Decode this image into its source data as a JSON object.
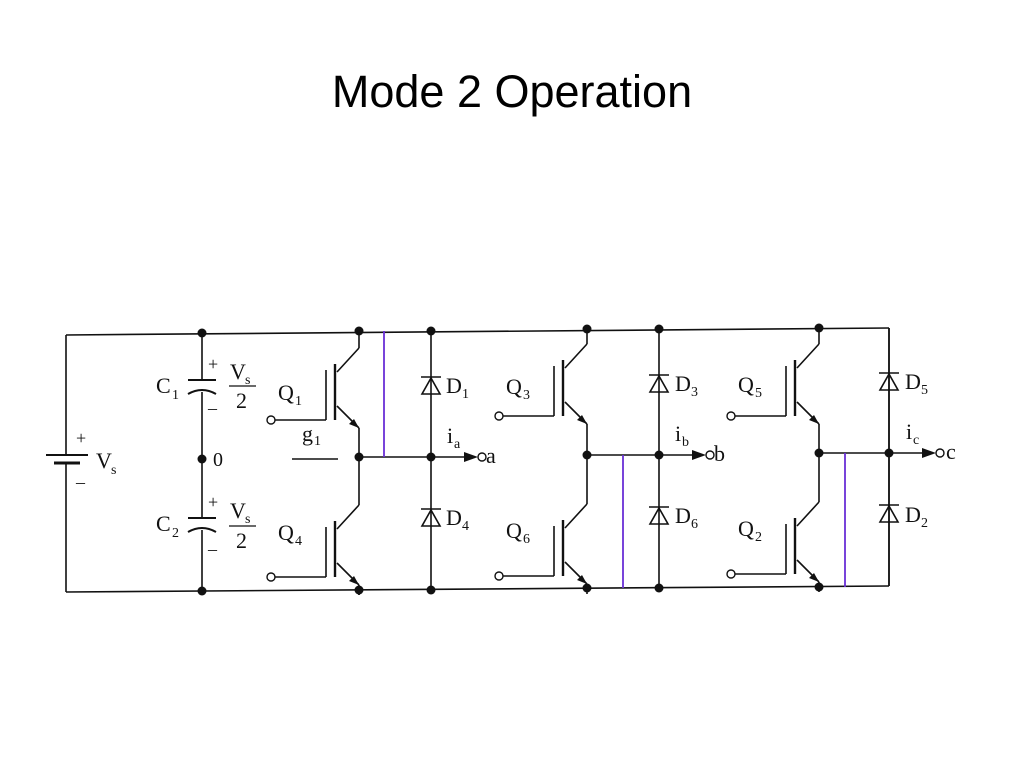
{
  "slide": {
    "title": "Mode 2 Operation"
  },
  "circuit": {
    "source": {
      "label": "V",
      "sub": "s",
      "plus": "+",
      "minus": "–"
    },
    "capacitors": [
      {
        "name": "C",
        "sub": "1",
        "value": "V",
        "value_sub": "s",
        "denominator": "2",
        "plus": "+",
        "minus": "–"
      },
      {
        "name": "C",
        "sub": "2",
        "value": "V",
        "value_sub": "s",
        "denominator": "2",
        "plus": "+",
        "minus": "–"
      }
    ],
    "midpoint": {
      "label": "0"
    },
    "gate_label": {
      "name": "g",
      "sub": "1"
    },
    "transistors": [
      {
        "name": "Q",
        "sub": "1"
      },
      {
        "name": "Q",
        "sub": "4"
      },
      {
        "name": "Q",
        "sub": "3"
      },
      {
        "name": "Q",
        "sub": "6"
      },
      {
        "name": "Q",
        "sub": "5"
      },
      {
        "name": "Q",
        "sub": "2"
      }
    ],
    "diodes": [
      {
        "name": "D",
        "sub": "1"
      },
      {
        "name": "D",
        "sub": "4"
      },
      {
        "name": "D",
        "sub": "3"
      },
      {
        "name": "D",
        "sub": "6"
      },
      {
        "name": "D",
        "sub": "5"
      },
      {
        "name": "D",
        "sub": "2"
      }
    ],
    "currents": [
      {
        "name": "i",
        "sub": "a"
      },
      {
        "name": "i",
        "sub": "b"
      },
      {
        "name": "i",
        "sub": "c"
      }
    ],
    "outputs": [
      {
        "label": "a"
      },
      {
        "label": "b"
      },
      {
        "label": "c"
      }
    ],
    "highlight_color": "#6a2fd6"
  }
}
